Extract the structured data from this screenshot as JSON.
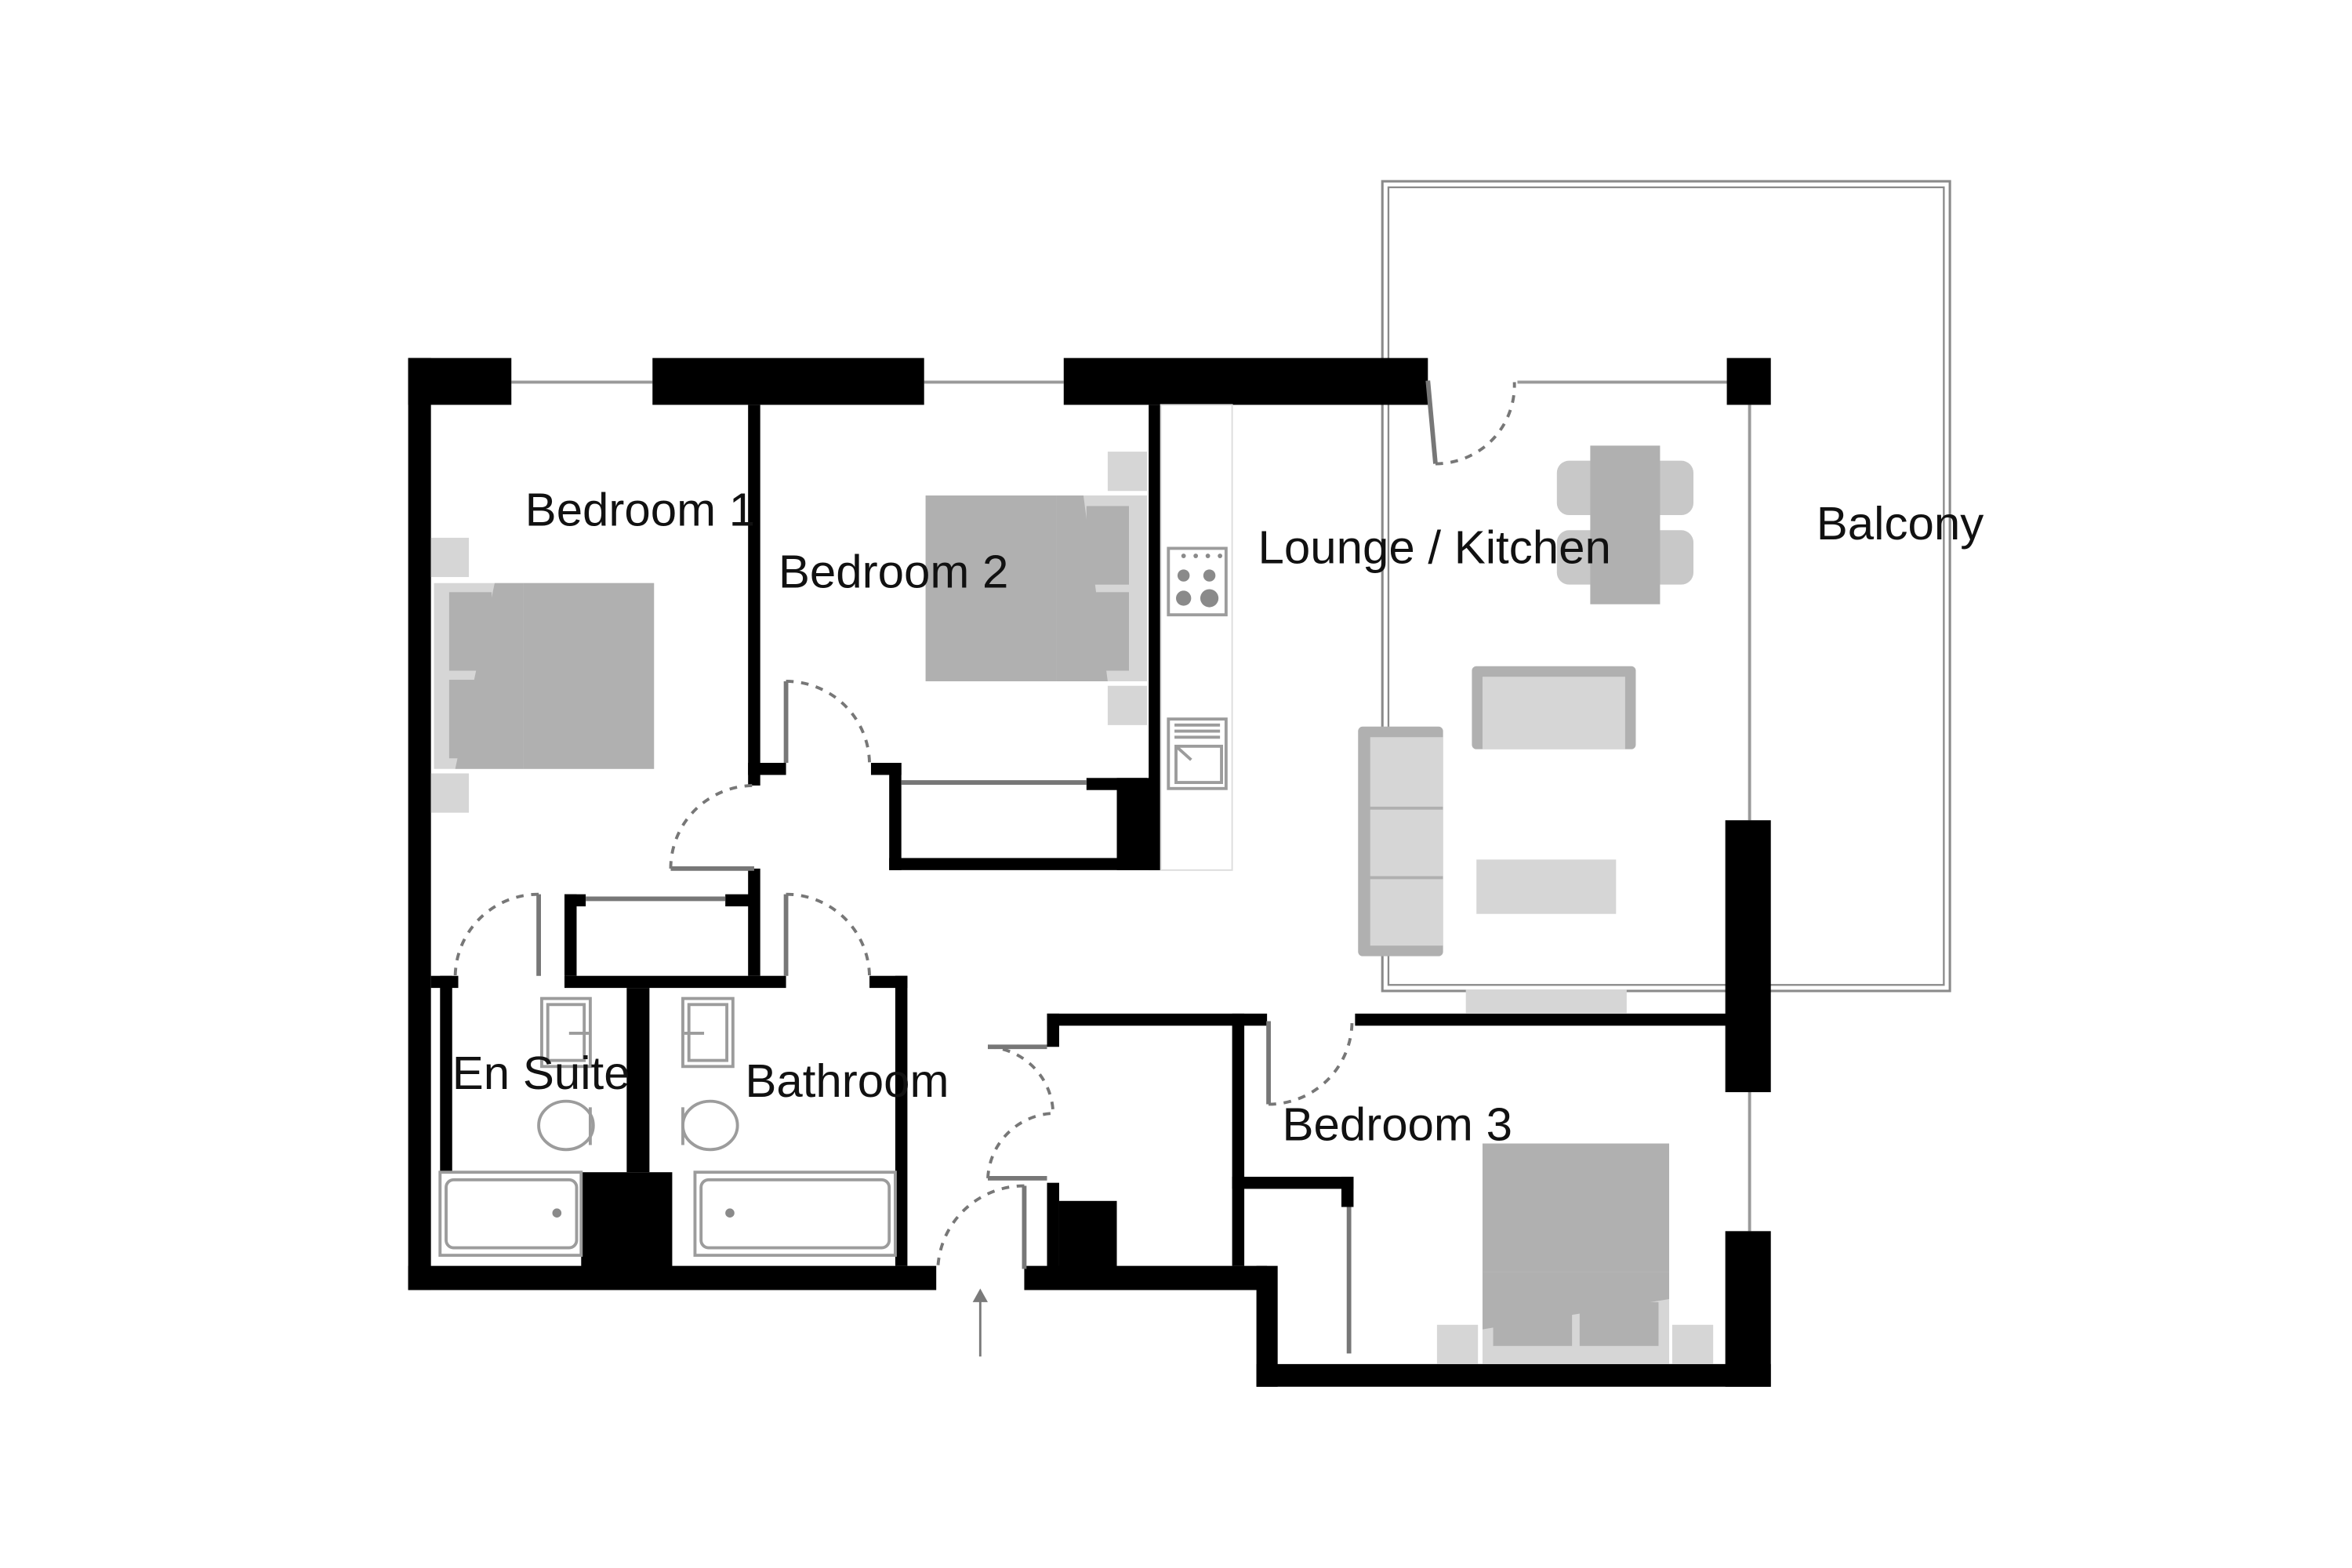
{
  "rooms": {
    "bedroom_1": "Bedroom 1",
    "bedroom_2": "Bedroom 2",
    "bedroom_3": "Bedroom 3",
    "lounge_kitchen": "Lounge / Kitchen",
    "balcony": "Balcony",
    "en_suite": "En Suite",
    "bathroom": "Bathroom"
  },
  "icons": {
    "entrance": "entrance-arrow-icon"
  }
}
